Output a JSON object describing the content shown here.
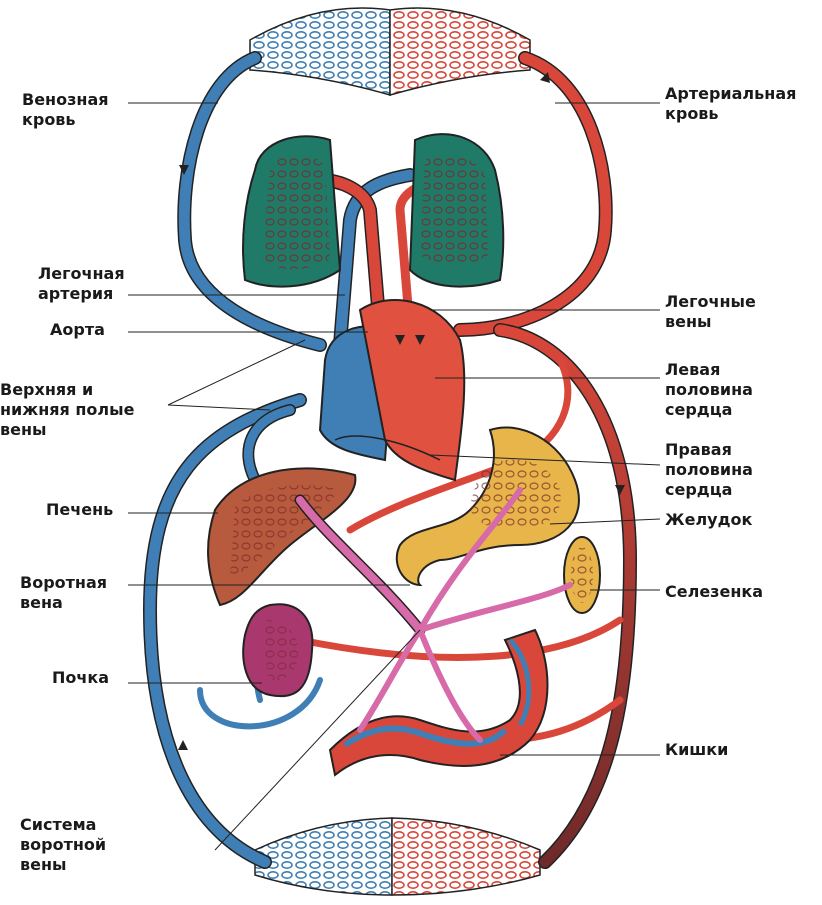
{
  "labels": {
    "venous_blood": "Венозная\nкровь",
    "arterial_blood": "Артериальная\nкровь",
    "pulmonary_artery": "Легочная\nартерия",
    "aorta": "Аорта",
    "vena_cava": "Верхняя и\nнижняя полые\nвены",
    "pulmonary_veins": "Легочные\nвены",
    "left_heart": "Левая\nполовина\nсердца",
    "right_heart": "Правая\nполовина\nсердца",
    "liver": "Печень",
    "stomach": "Желудок",
    "portal_vein": "Воротная\nвена",
    "spleen": "Селезенка",
    "kidney": "Почка",
    "intestine": "Кишки",
    "portal_system": "Система\nворотной\nвены"
  },
  "colors": {
    "venous": "#3f7fb5",
    "arterial": "#d9473a",
    "arterial_dark": "#7a2a2a",
    "lung": "#1f7a68",
    "liver": "#b85a3e",
    "stomach": "#e8b54a",
    "portal": "#d76aa8",
    "kidney": "#a8386e",
    "outline": "#222222"
  }
}
